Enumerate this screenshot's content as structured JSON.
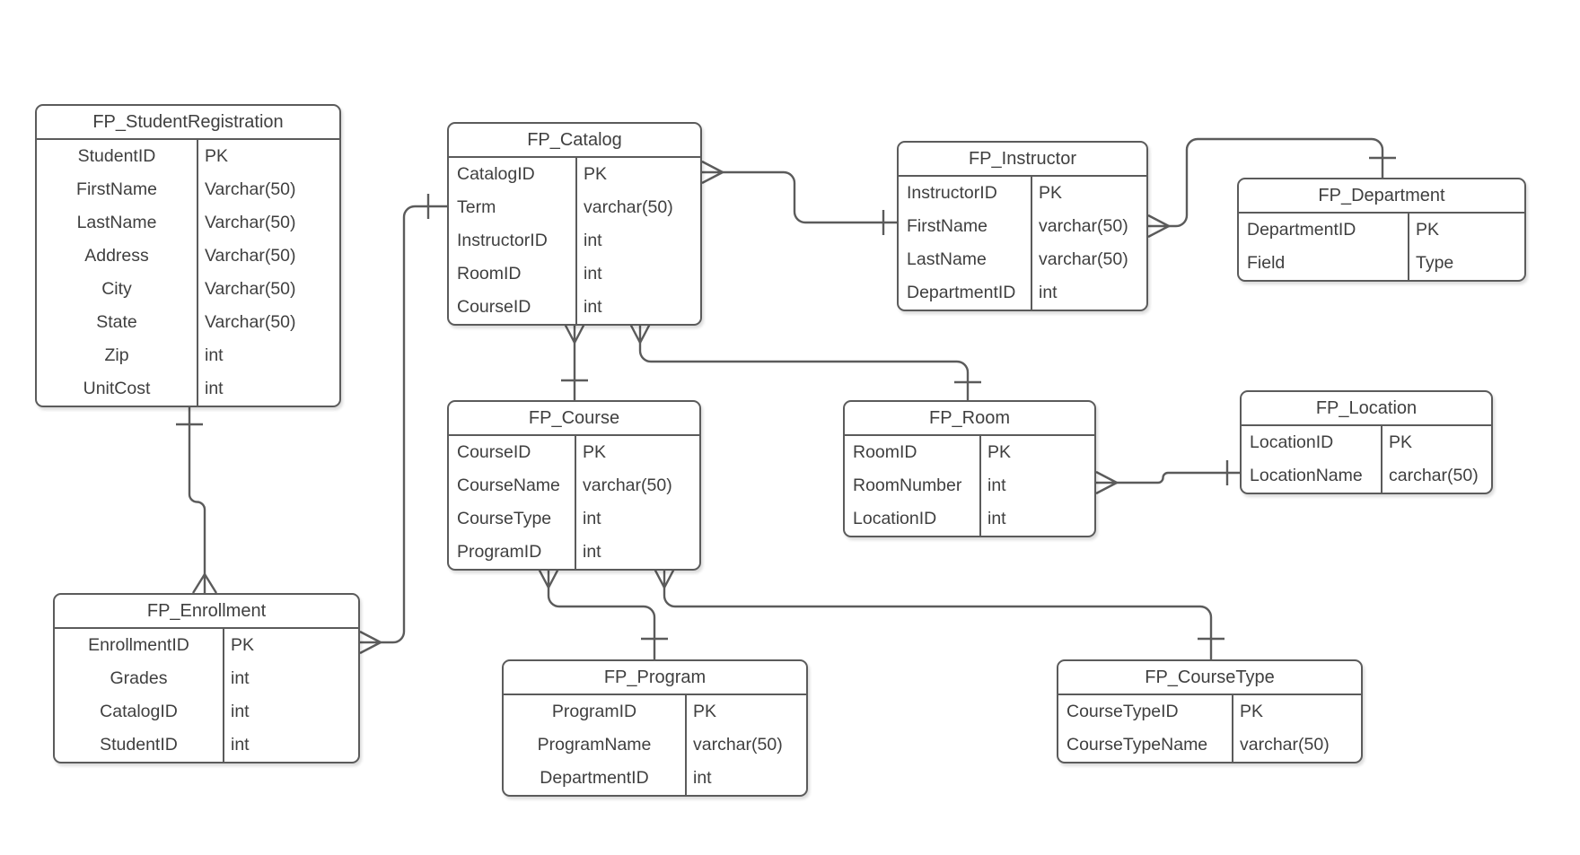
{
  "colors": {
    "line": "#5b5b5b",
    "text": "#3f3f3f",
    "table_fill": "#ffffff",
    "background": "#ffffff"
  },
  "tables": [
    {
      "title": "FP_StudentRegistration",
      "rows": [
        {
          "name": "StudentID",
          "type": "PK"
        },
        {
          "name": "FirstName",
          "type": "Varchar(50)"
        },
        {
          "name": "LastName",
          "type": "Varchar(50)"
        },
        {
          "name": "Address",
          "type": "Varchar(50)"
        },
        {
          "name": "City",
          "type": "Varchar(50)"
        },
        {
          "name": "State",
          "type": "Varchar(50)"
        },
        {
          "name": "Zip",
          "type": "int"
        },
        {
          "name": "UnitCost",
          "type": "int"
        }
      ]
    },
    {
      "title": "FP_Catalog",
      "rows": [
        {
          "name": "CatalogID",
          "type": "PK"
        },
        {
          "name": "Term",
          "type": "varchar(50)"
        },
        {
          "name": "InstructorID",
          "type": "int"
        },
        {
          "name": "RoomID",
          "type": "int"
        },
        {
          "name": "CourseID",
          "type": "int"
        }
      ]
    },
    {
      "title": "FP_Instructor",
      "rows": [
        {
          "name": "InstructorID",
          "type": "PK"
        },
        {
          "name": "FirstName",
          "type": "varchar(50)"
        },
        {
          "name": "LastName",
          "type": "varchar(50)"
        },
        {
          "name": "DepartmentID",
          "type": "int"
        }
      ]
    },
    {
      "title": "FP_Department",
      "rows": [
        {
          "name": "DepartmentID",
          "type": "PK"
        },
        {
          "name": "Field",
          "type": "Type"
        }
      ]
    },
    {
      "title": "FP_Course",
      "rows": [
        {
          "name": "CourseID",
          "type": "PK"
        },
        {
          "name": "CourseName",
          "type": "varchar(50)"
        },
        {
          "name": "CourseType",
          "type": "int"
        },
        {
          "name": "ProgramID",
          "type": "int"
        }
      ]
    },
    {
      "title": "FP_Room",
      "rows": [
        {
          "name": "RoomID",
          "type": "PK"
        },
        {
          "name": "RoomNumber",
          "type": "int"
        },
        {
          "name": "LocationID",
          "type": "int"
        }
      ]
    },
    {
      "title": "FP_Location",
      "rows": [
        {
          "name": "LocationID",
          "type": "PK"
        },
        {
          "name": "LocationName",
          "type": "carchar(50)"
        }
      ]
    },
    {
      "title": "FP_Enrollment",
      "rows": [
        {
          "name": "EnrollmentID",
          "type": "PK"
        },
        {
          "name": "Grades",
          "type": "int"
        },
        {
          "name": "CatalogID",
          "type": "int"
        },
        {
          "name": "StudentID",
          "type": "int"
        }
      ]
    },
    {
      "title": "FP_Program",
      "rows": [
        {
          "name": "ProgramID",
          "type": "PK"
        },
        {
          "name": "ProgramName",
          "type": "varchar(50)"
        },
        {
          "name": "DepartmentID",
          "type": "int"
        }
      ]
    },
    {
      "title": "FP_CourseType",
      "rows": [
        {
          "name": "CourseTypeID",
          "type": "PK"
        },
        {
          "name": "CourseTypeName",
          "type": "varchar(50)"
        }
      ]
    }
  ],
  "relationships": [
    {
      "one_side": "FP_StudentRegistration",
      "many_side": "FP_Enrollment"
    },
    {
      "one_side": "FP_Catalog",
      "many_side": "FP_Enrollment"
    },
    {
      "one_side": "FP_Instructor",
      "many_side": "FP_Catalog"
    },
    {
      "one_side": "FP_Department",
      "many_side": "FP_Instructor"
    },
    {
      "one_side": "FP_Course",
      "many_side": "FP_Catalog"
    },
    {
      "one_side": "FP_Room",
      "many_side": "FP_Catalog"
    },
    {
      "one_side": "FP_Program",
      "many_side": "FP_Course"
    },
    {
      "one_side": "FP_CourseType",
      "many_side": "FP_Course"
    },
    {
      "one_side": "FP_Location",
      "many_side": "FP_Room"
    }
  ]
}
